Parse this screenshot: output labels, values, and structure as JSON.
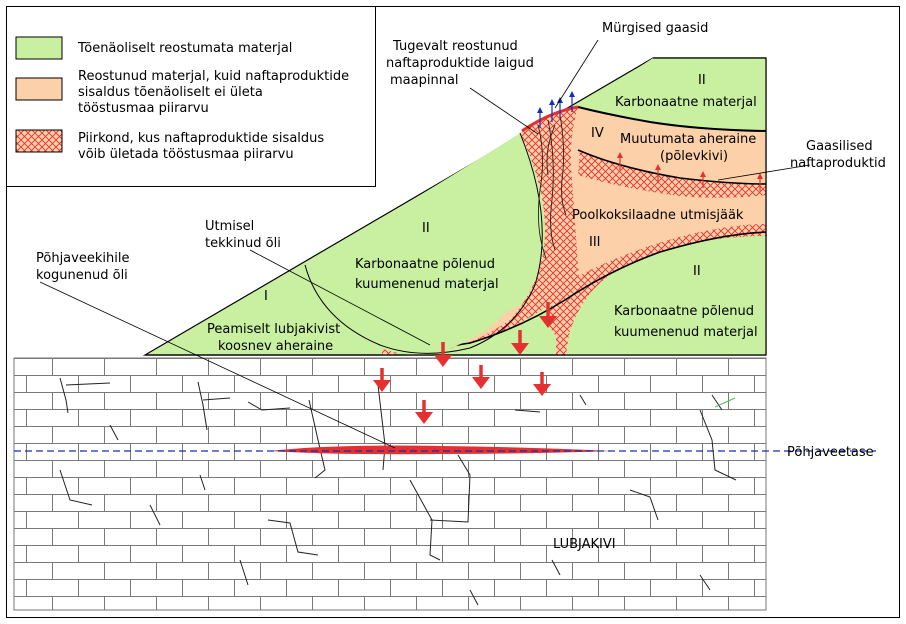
{
  "legend": {
    "items": [
      {
        "color": "#c8f0a0",
        "pattern": "solid",
        "lines": [
          "Tõenäoliselt reostumata materjal"
        ]
      },
      {
        "color": "#fcd0a8",
        "pattern": "solid",
        "lines": [
          "Reostunud materjal, kuid naftaproduktide",
          "sisaldus tõenäoliselt ei ületa",
          "tööstusmaa piirarvu"
        ]
      },
      {
        "color": "#e53030",
        "pattern": "crosshatch",
        "lines": [
          "Piirkond, kus naftaproduktide sisaldus",
          "võib ületada tööstusmaa piirarvu"
        ]
      }
    ]
  },
  "labels": {
    "toxic_gases": "Mürgised gaasid",
    "strongly_contaminated": [
      "Tugevalt reostunud",
      "naftaproduktide laigud",
      "maapinnal"
    ],
    "gaseous_products": [
      "Gaasilised",
      "naftaproduktid"
    ],
    "formed_oil": [
      "Utmisel",
      "tekkinud õli"
    ],
    "groundwater_oil": [
      "Põhjaveekihile",
      "kogunenud õli"
    ],
    "groundwater_level": "Põhjaveetase",
    "limestone": "LUBJAKIVI"
  },
  "zones": {
    "zone_i": {
      "numeral": "I",
      "lines": [
        "Peamiselt lubjakivist",
        "koosnev aheraine"
      ]
    },
    "zone_ii_center": {
      "numeral": "II",
      "lines": [
        "Karbonaatne põlenud",
        "kuumenenud materjal"
      ]
    },
    "zone_ii_top": {
      "numeral": "II",
      "lines": [
        "Karbonaatne materjal"
      ]
    },
    "zone_ii_right": {
      "numeral": "II",
      "lines": [
        "Karbonaatne põlenud",
        "kuumenenud materjal"
      ]
    },
    "zone_iii": {
      "numeral": "III",
      "lines": [
        "Poolkoksilaadne utmisjääk"
      ]
    },
    "zone_iv": {
      "numeral": "IV",
      "lines": [
        "Muutumata aheraine",
        "(põlevkivi)"
      ]
    }
  },
  "colors": {
    "green": "#c8f0a0",
    "orange": "#fcd0a8",
    "red": "#e53030",
    "blue_arrow": "#1030c0",
    "water_line": "#1030b0"
  }
}
